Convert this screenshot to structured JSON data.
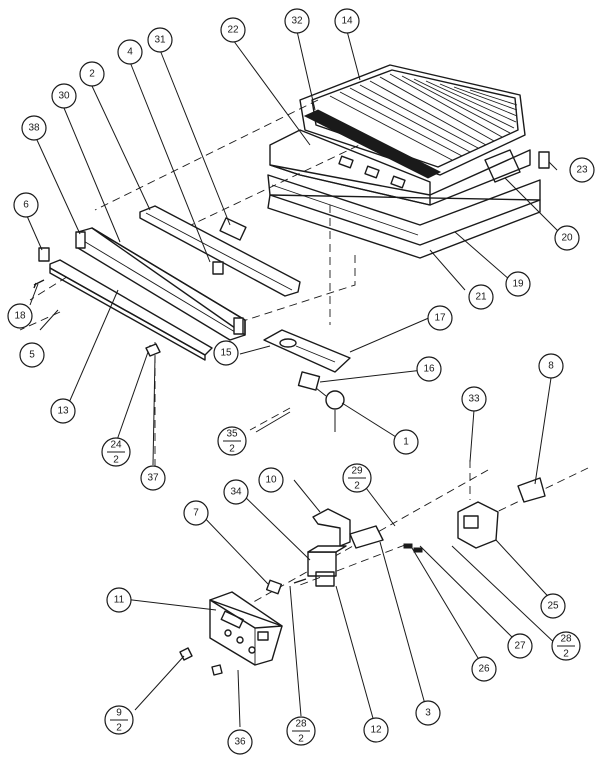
{
  "callouts": {
    "c14": "14",
    "c32a": "32",
    "c22": "22",
    "c31": "31",
    "c4": "4",
    "c2": "2",
    "c30": "30",
    "c38": "38",
    "c6": "6",
    "c18": "18",
    "c5": "5",
    "c13": "13",
    "c24": {
      "top": "24",
      "bottom": "2"
    },
    "c37": "37",
    "c23": "23",
    "c20": "20",
    "c19": "19",
    "c21": "21",
    "c17": "17",
    "c15": "15",
    "c16": "16",
    "c1": "1",
    "c35": {
      "top": "35",
      "bottom": "2"
    },
    "c8": "8",
    "c33": "33",
    "c10": "10",
    "c34": "34",
    "c7": "7",
    "c29": {
      "top": "29",
      "bottom": "2"
    },
    "c11": "11",
    "c25": "25",
    "c26": "26",
    "c27": "27",
    "c28a": {
      "top": "28",
      "bottom": "2"
    },
    "c28b": {
      "top": "28",
      "bottom": "2"
    },
    "c3": "3",
    "c12": "12",
    "c9": {
      "top": "9",
      "bottom": "2"
    },
    "c36": "36"
  }
}
